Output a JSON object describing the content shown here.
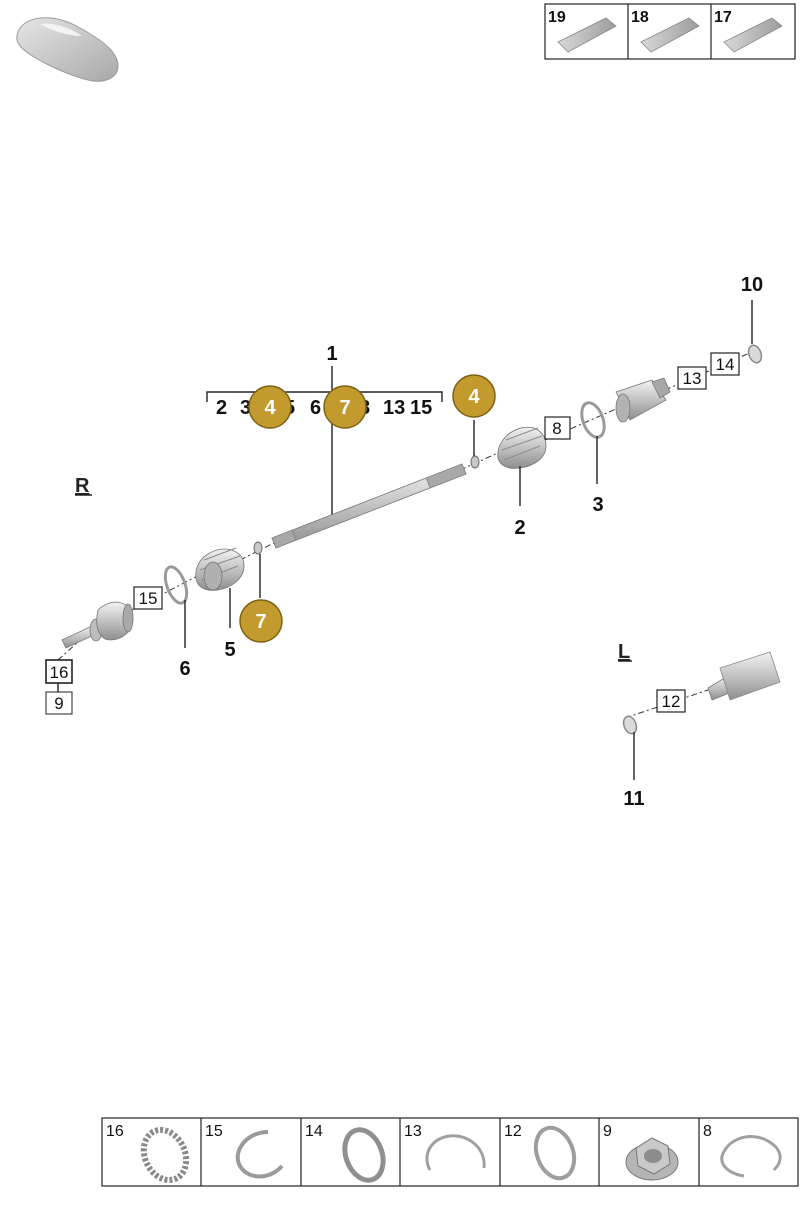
{
  "sides": {
    "right": "R",
    "left": "L"
  },
  "assembly": {
    "number": "1",
    "bracket_items": [
      "2",
      "3",
      "5",
      "6",
      "8",
      "13",
      "15"
    ]
  },
  "badges": {
    "a": "4",
    "b": "7",
    "c": "4",
    "d": "7"
  },
  "callouts": {
    "c2": "2",
    "c3": "3",
    "c5": "5",
    "c6": "6",
    "c10": "10",
    "c11": "11"
  },
  "boxed": {
    "b8": "8",
    "b9": "9",
    "b12": "12",
    "b13": "13",
    "b14": "14",
    "b15": "15",
    "b16": "16"
  },
  "top_strip": [
    "19",
    "18",
    "17"
  ],
  "bottom_strip": [
    "16",
    "15",
    "14",
    "13",
    "12",
    "9",
    "8"
  ],
  "colors": {
    "badge": "#c29a2e",
    "badge_outline": "#7d6214",
    "part_gray": "#c8c8c8"
  }
}
